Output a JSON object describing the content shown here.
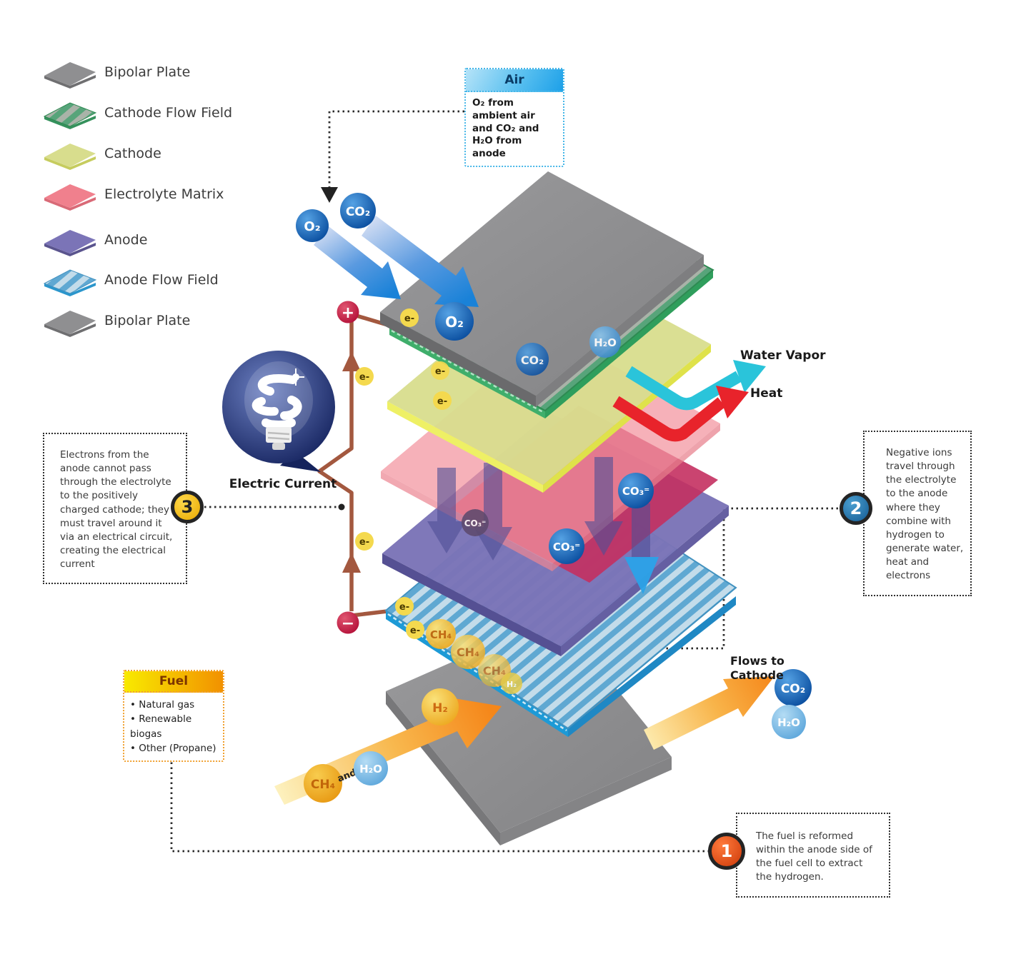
{
  "legend": {
    "items": [
      "Bipolar Plate",
      "Cathode Flow Field",
      "Cathode",
      "Electrolyte Matrix",
      "Anode",
      "Anode Flow Field",
      "Bipolar Plate"
    ]
  },
  "air_box": {
    "title": "Air",
    "body": "O₂ from ambient air and CO₂ and H₂O from anode"
  },
  "fuel_box": {
    "title": "Fuel",
    "items": [
      "• Natural gas",
      "• Renewable biogas",
      "• Other (Propane)"
    ]
  },
  "callouts": {
    "c1": {
      "number": "1",
      "text": "The fuel is reformed within the anode side of the fuel cell to extract the hydrogen."
    },
    "c2": {
      "number": "2",
      "text": "Negative ions travel through the electrolyte to the anode where they combine with hydrogen to generate water, heat and electrons"
    },
    "c3": {
      "number": "3",
      "text": "Electrons from the anode cannot pass through the electrolyte to the positively charged cathode; they must travel around it via an electrical circuit, creating the electrical current"
    }
  },
  "labels": {
    "electric_current": "Electric Current",
    "water_vapor": "Water Vapor",
    "heat": "Heat",
    "flows_to": "Flows to",
    "cathode": "Cathode",
    "and": "and",
    "plus": "+",
    "minus": "−"
  },
  "molecules": {
    "o2": "O₂",
    "co2": "CO₂",
    "h2o": "H₂O",
    "ch4": "CH₄",
    "co3": "CO₃⁼",
    "h2": "H₂",
    "electron": "e-"
  },
  "colors": {
    "bipolar_plate": "#8f8f91",
    "cathode_flow_field": "#57a47a",
    "cathode": "#d8dd8d",
    "electrolyte_matrix": "#f2939e",
    "anode": "#7b74b7",
    "anode_flow_field": "#8fc2e0",
    "wire": "#a3583f",
    "water_vapor_arrow": "#2ac4da",
    "heat_arrow": "#e8232b",
    "fuel_arrow": "#f5891d",
    "air_arrow": "#1e88d8"
  }
}
